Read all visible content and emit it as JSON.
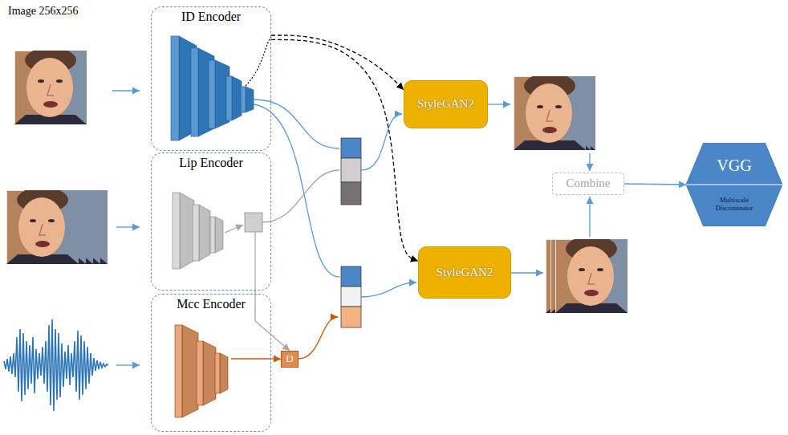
{
  "diagram": {
    "nodes": [
      {
        "text": [
          "ID Encoder"
        ]
      },
      {
        "text": [
          "Lip Encoder"
        ]
      },
      {
        "text": [
          "Mcc Encoder"
        ]
      },
      {
        "text": [
          "D"
        ]
      },
      {
        "text": [
          "StyleGAN2"
        ]
      },
      {
        "text": [
          "StyleGAN2"
        ]
      },
      {
        "text": [
          "Combine"
        ]
      },
      {
        "text": [
          "VGG",
          "Multiscale Discriminator"
        ]
      }
    ],
    "edges": [
      {
        "from": 0,
        "to": 4,
        "arrow": "to"
      },
      {
        "from": 0,
        "to": 5,
        "arrow": "to"
      },
      {
        "from": 1,
        "to": 3,
        "arrow": "to"
      },
      {
        "from": 2,
        "to": 3,
        "arrow": "to"
      },
      {
        "from": 6,
        "to": 7,
        "arrow": "to"
      }
    ],
    "labels": [
      "Image 256x256"
    ]
  }
}
